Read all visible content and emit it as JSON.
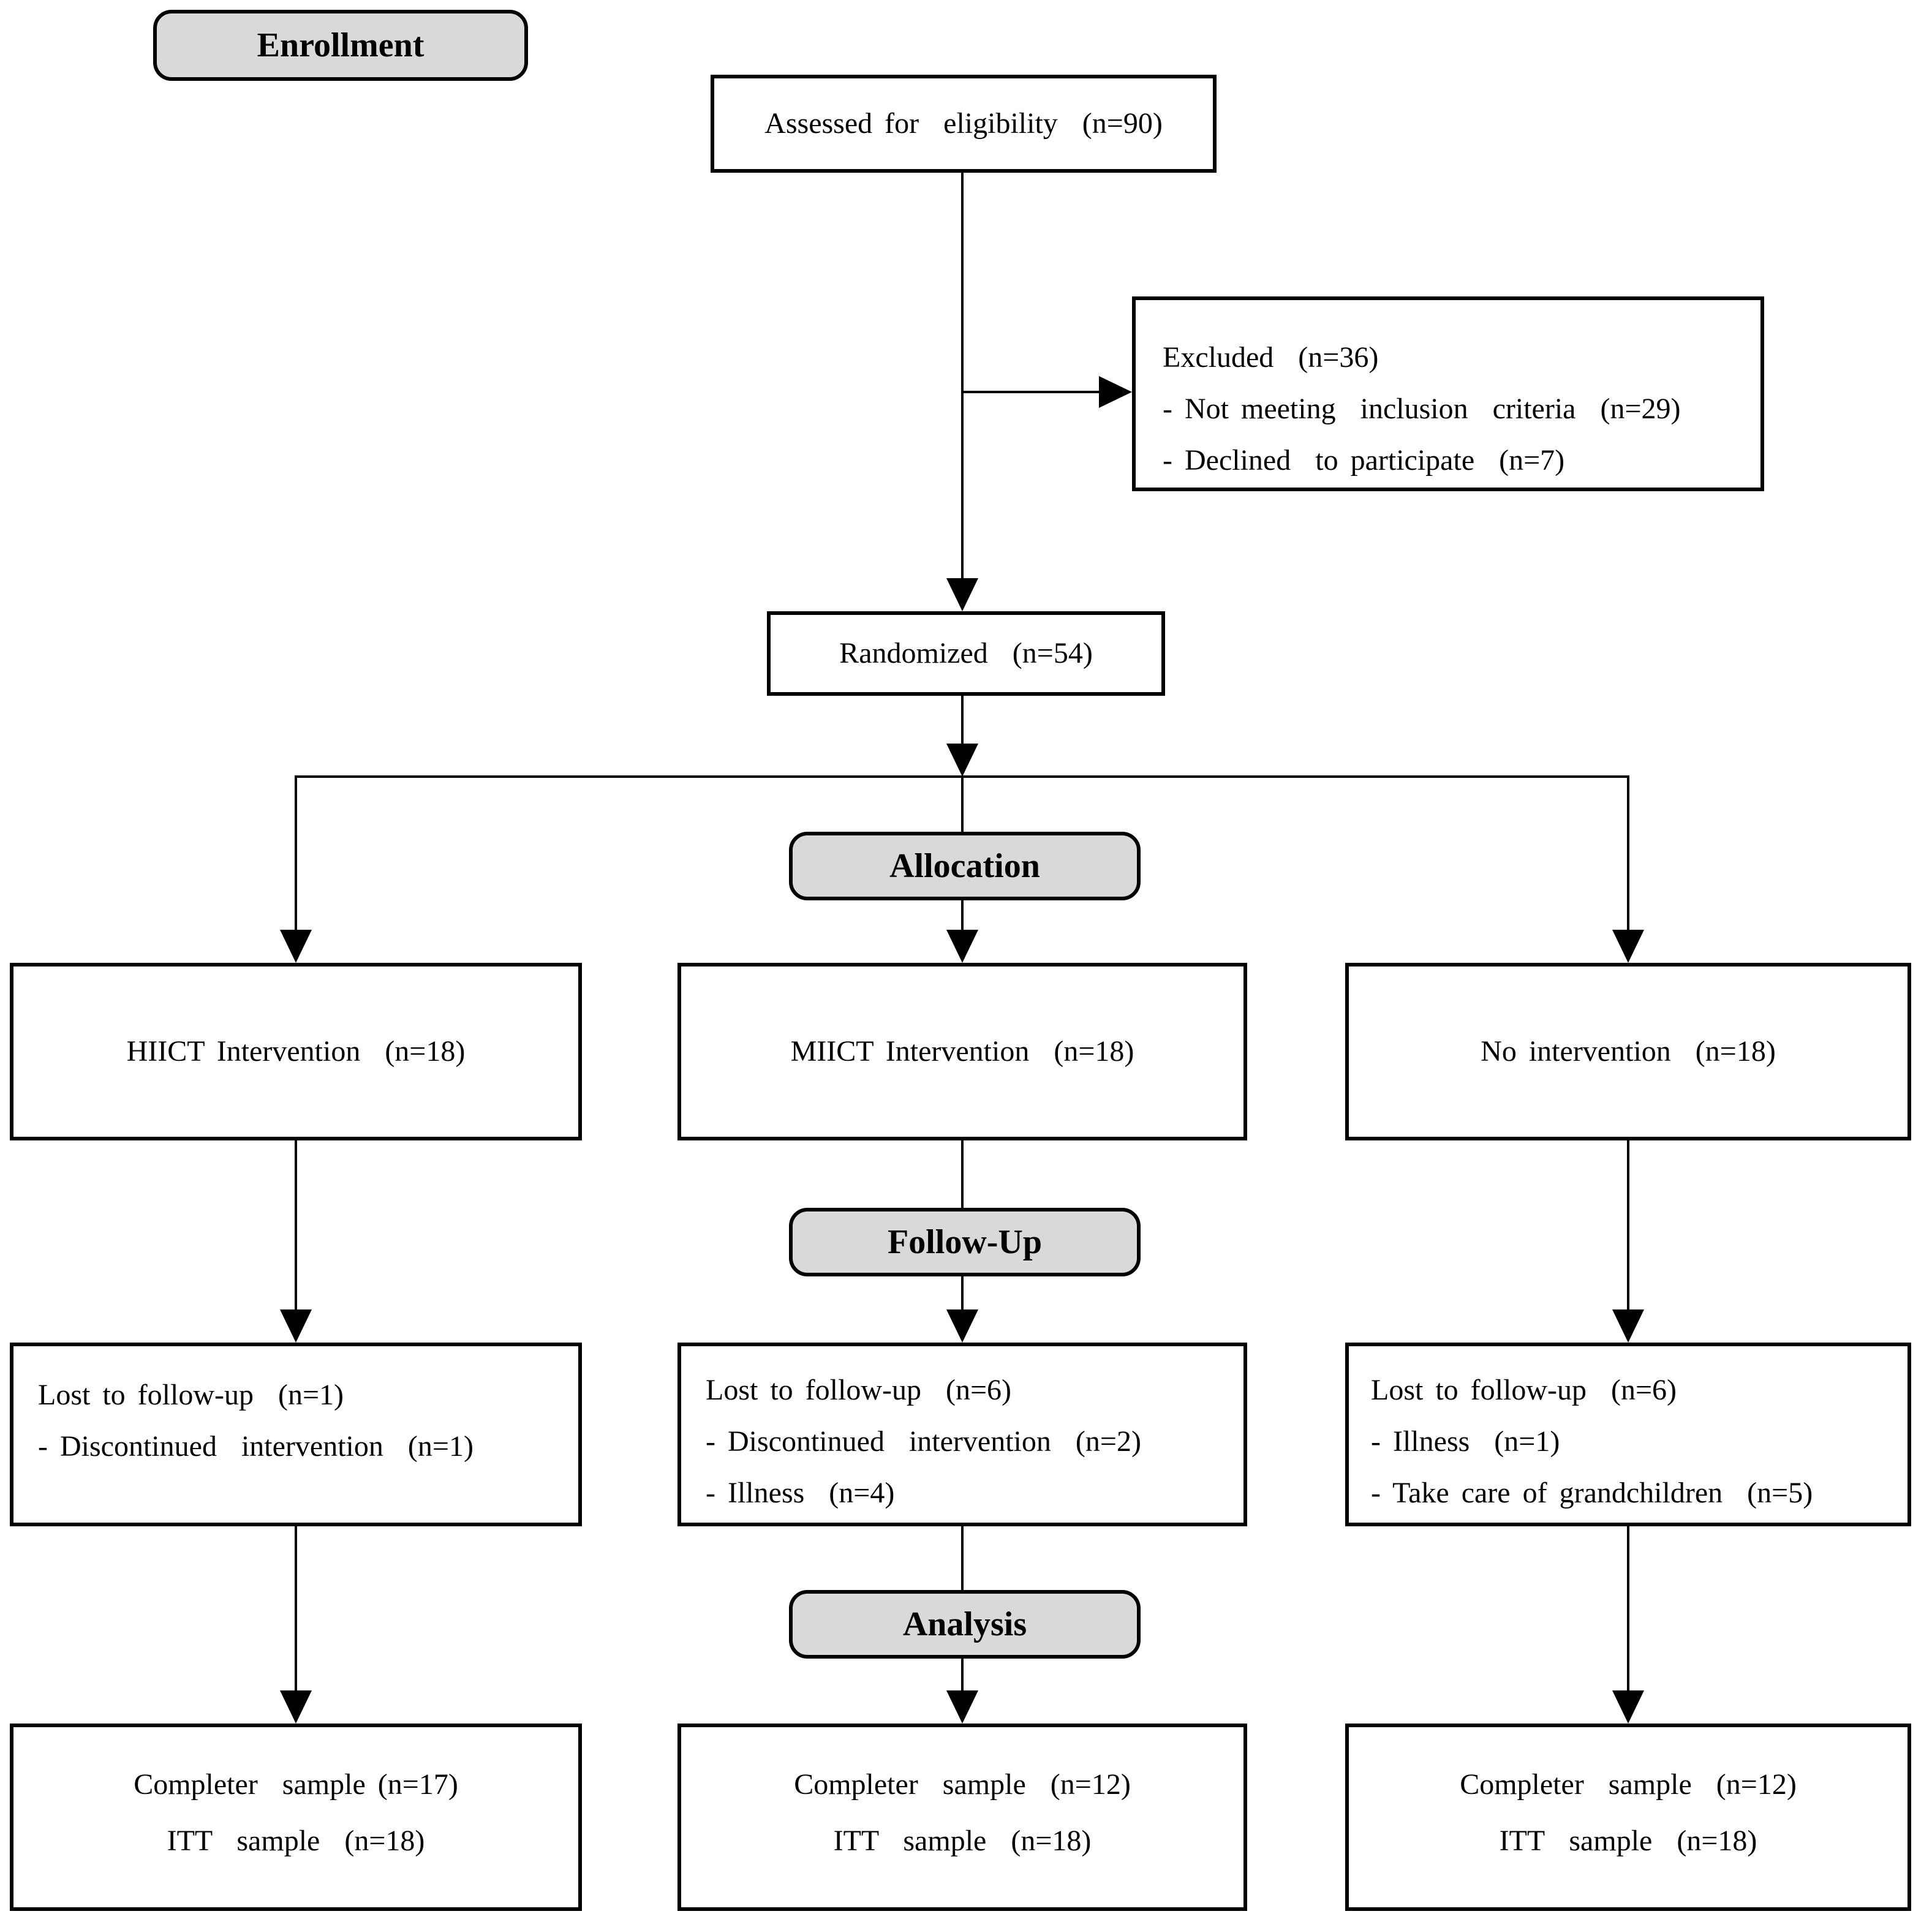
{
  "colors": {
    "badge_fill": "#d9d9d9",
    "box_fill": "#ffffff",
    "line_color": "#000000",
    "background": "#ffffff"
  },
  "stages": {
    "enrollment": "Enrollment",
    "allocation": "Allocation",
    "follow_up": "Follow-Up",
    "analysis": "Analysis"
  },
  "nodes": {
    "assessed": "Assessed for  eligibility  (n=90)",
    "excluded": {
      "line1": "Excluded  (n=36)",
      "line2": "- Not meeting  inclusion  criteria  (n=29)",
      "line3": "- Declined  to participate  (n=7)"
    },
    "randomized": "Randomized  (n=54)",
    "allocation_left": "HIICT Intervention  (n=18)",
    "allocation_mid": "MIICT Intervention  (n=18)",
    "allocation_right": "No intervention  (n=18)",
    "lost_left": {
      "line1": "Lost to follow-up  (n=1)",
      "line2": "- Discontinued  intervention  (n=1)"
    },
    "lost_mid": {
      "line1": "Lost to follow-up  (n=6)",
      "line2": "- Discontinued  intervention  (n=2)",
      "line3": "- Illness  (n=4)"
    },
    "lost_right": {
      "line1": "Lost to follow-up  (n=6)",
      "line2": "- Illness  (n=1)",
      "line3": "- Take care of grandchildren  (n=5)"
    },
    "completer_left": {
      "line1": "Completer  sample (n=17)",
      "line2": "ITT  sample  (n=18)"
    },
    "completer_mid": {
      "line1": "Completer  sample  (n=12)",
      "line2": "ITT  sample  (n=18)"
    },
    "completer_right": {
      "line1": "Completer  sample  (n=12)",
      "line2": "ITT  sample  (n=18)"
    }
  }
}
